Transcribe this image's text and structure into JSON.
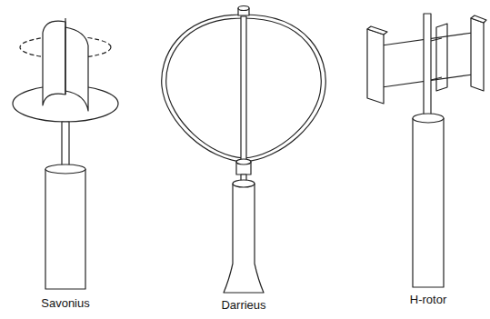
{
  "diagram": {
    "labels": [
      "Savonius",
      "Darrieus",
      "H-rotor"
    ]
  }
}
